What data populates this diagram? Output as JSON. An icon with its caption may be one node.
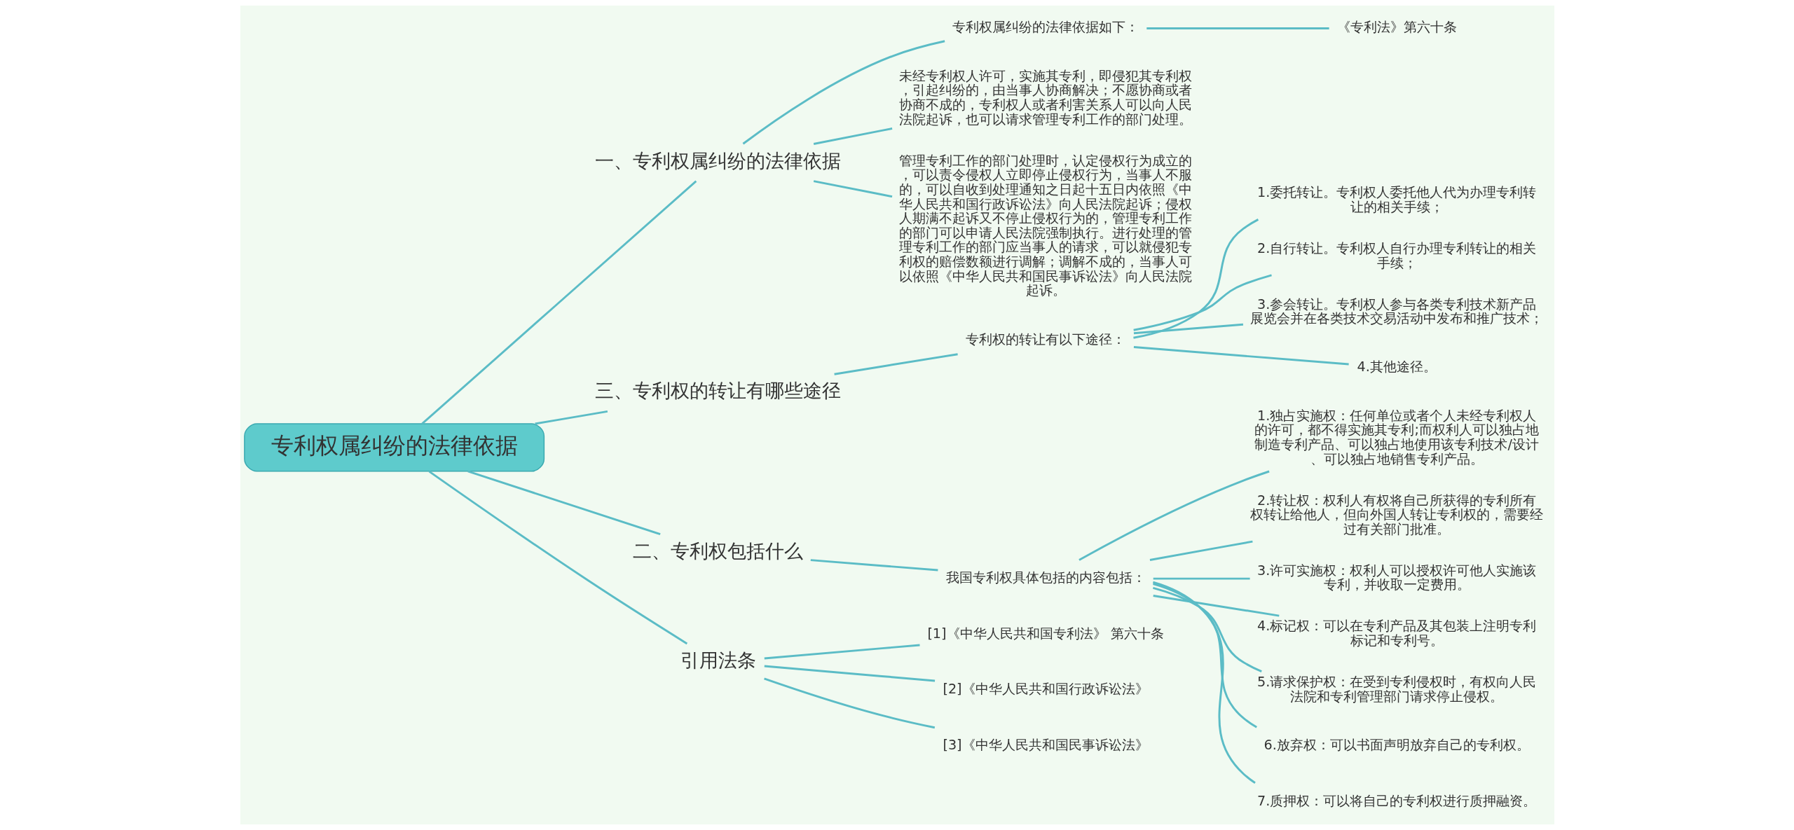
{
  "diagram": {
    "nodes": [
      {
        "text": [
          "专利权属纠纷的法律依据"
        ]
      },
      {
        "text": [
          "一、专利权属纠纷的法律依据"
        ]
      },
      {
        "text": [
          "专利权属纠纷的法律依据如下："
        ]
      },
      {
        "text": [
          "《专利法》第六十条"
        ]
      },
      {
        "text": [
          "未经专利权人许可，实施其专利，即侵犯其专利权，引起纠纷的，由当事人协商解决；不愿协商或者协商不成的，专利权人或者利害关系人可以向人民法院起诉，也可以请求管理专利工作的部门处理。"
        ]
      },
      {
        "text": [
          "管理专利工作的部门处理时，认定侵权行为成立的，可以责令侵权人立即停止侵权行为，当事人不服的，可以自收到处理通知之日起十五日内依照《中华人民共和国行政诉讼法》向人民法院起诉；侵权人期满不起诉又不停止侵权行为的，管理专利工作的部门可以申请人民法院强制执行。进行处理的管理专利工作的部门应当事人的请求，可以就侵犯专利权的赔偿数额进行调解；调解不成的，当事人可以依照《中华人民共和国民事诉讼法》向人民法院起诉。"
        ]
      },
      {
        "text": [
          "三、专利权的转让有哪些途径"
        ]
      },
      {
        "text": [
          "专利权的转让有以下途径："
        ]
      },
      {
        "text": [
          "1.委托转让。专利权人委托他人代为办理专利转让的相关手续；"
        ]
      },
      {
        "text": [
          "2.自行转让。专利权人自行办理专利转让的相关手续；"
        ]
      },
      {
        "text": [
          "3.参会转让。专利权人参与各类专利技术新产品展览会并在各类技术交易活动中发布和推广技术；"
        ]
      },
      {
        "text": [
          "4.其他途径。"
        ]
      },
      {
        "text": [
          "二、专利权包括什么"
        ]
      },
      {
        "text": [
          "我国专利权具体包括的内容包括："
        ]
      },
      {
        "text": [
          "1.独占实施权：任何单位或者个人未经专利权人的许可，都不得实施其专利;而权利人可以独占地制造专利产品、可以独占地使用该专利技术/设计、可以独占地销售专利产品。"
        ]
      },
      {
        "text": [
          "2.转让权：权利人有权将自己所获得的专利所有权转让给他人，但向外国人转让专利权的，需要经过有关部门批准。"
        ]
      },
      {
        "text": [
          "3.许可实施权：权利人可以授权许可他人实施该专利，并收取一定费用。"
        ]
      },
      {
        "text": [
          "4.标记权：可以在专利产品及其包装上注明专利标记和专利号。"
        ]
      },
      {
        "text": [
          "5.请求保护权：在受到专利侵权时，有权向人民法院和专利管理部门请求停止侵权。"
        ]
      },
      {
        "text": [
          "6.放弃权：可以书面声明放弃自己的专利权。"
        ]
      },
      {
        "text": [
          "7.质押权：可以将自己的专利权进行质押融资。"
        ]
      },
      {
        "text": [
          "引用法条"
        ]
      },
      {
        "text": [
          "[1]《中华人民共和国专利法》 第六十条"
        ]
      },
      {
        "text": [
          "[2]《中华人民共和国行政诉讼法》"
        ]
      },
      {
        "text": [
          "[3]《中华人民共和国民事诉讼法》"
        ]
      }
    ],
    "edges": [
      {
        "from": 0,
        "to": 1,
        "arrow": "none"
      },
      {
        "from": 1,
        "to": 2,
        "arrow": "none"
      },
      {
        "from": 2,
        "to": 3,
        "arrow": "none"
      },
      {
        "from": 1,
        "to": 4,
        "arrow": "none"
      },
      {
        "from": 1,
        "to": 5,
        "arrow": "none"
      },
      {
        "from": 0,
        "to": 6,
        "arrow": "none"
      },
      {
        "from": 6,
        "to": 7,
        "arrow": "none"
      },
      {
        "from": 7,
        "to": 8,
        "arrow": "none"
      },
      {
        "from": 7,
        "to": 9,
        "arrow": "none"
      },
      {
        "from": 7,
        "to": 10,
        "arrow": "none"
      },
      {
        "from": 7,
        "to": 11,
        "arrow": "none"
      },
      {
        "from": 0,
        "to": 12,
        "arrow": "none"
      },
      {
        "from": 12,
        "to": 13,
        "arrow": "none"
      },
      {
        "from": 13,
        "to": 14,
        "arrow": "none"
      },
      {
        "from": 13,
        "to": 15,
        "arrow": "none"
      },
      {
        "from": 13,
        "to": 16,
        "arrow": "none"
      },
      {
        "from": 13,
        "to": 17,
        "arrow": "none"
      },
      {
        "from": 13,
        "to": 18,
        "arrow": "none"
      },
      {
        "from": 13,
        "to": 19,
        "arrow": "none"
      },
      {
        "from": 13,
        "to": 20,
        "arrow": "none"
      },
      {
        "from": 0,
        "to": 21,
        "arrow": "none"
      },
      {
        "from": 21,
        "to": 22,
        "arrow": "none"
      },
      {
        "from": 21,
        "to": 23,
        "arrow": "none"
      },
      {
        "from": 21,
        "to": 24,
        "arrow": "none"
      }
    ]
  }
}
